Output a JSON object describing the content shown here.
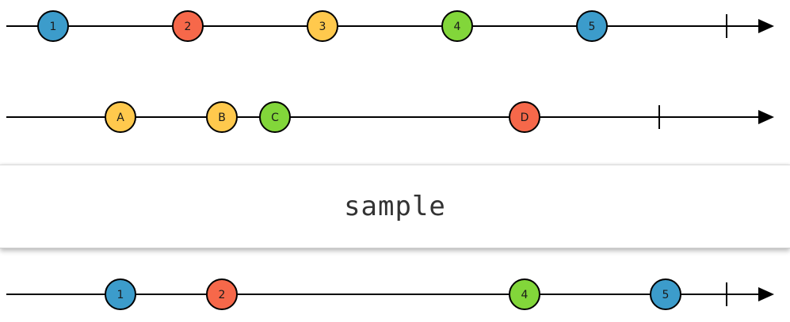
{
  "operator": {
    "label": "sample"
  },
  "colors": {
    "blue": "#3c9ccb",
    "red": "#f6684a",
    "yellow": "#ffc94d",
    "green": "#82d63a",
    "line": "#000000"
  },
  "timelines": [
    {
      "name": "source-timeline",
      "marbles": [
        {
          "label": "1",
          "color": "blue"
        },
        {
          "label": "2",
          "color": "red"
        },
        {
          "label": "3",
          "color": "yellow"
        },
        {
          "label": "4",
          "color": "green"
        },
        {
          "label": "5",
          "color": "blue"
        }
      ]
    },
    {
      "name": "notifier-timeline",
      "marbles": [
        {
          "label": "A",
          "color": "yellow"
        },
        {
          "label": "B",
          "color": "yellow"
        },
        {
          "label": "C",
          "color": "green"
        },
        {
          "label": "D",
          "color": "red"
        }
      ]
    },
    {
      "name": "result-timeline",
      "marbles": [
        {
          "label": "1",
          "color": "blue"
        },
        {
          "label": "2",
          "color": "red"
        },
        {
          "label": "4",
          "color": "green"
        },
        {
          "label": "5",
          "color": "blue"
        }
      ]
    }
  ]
}
